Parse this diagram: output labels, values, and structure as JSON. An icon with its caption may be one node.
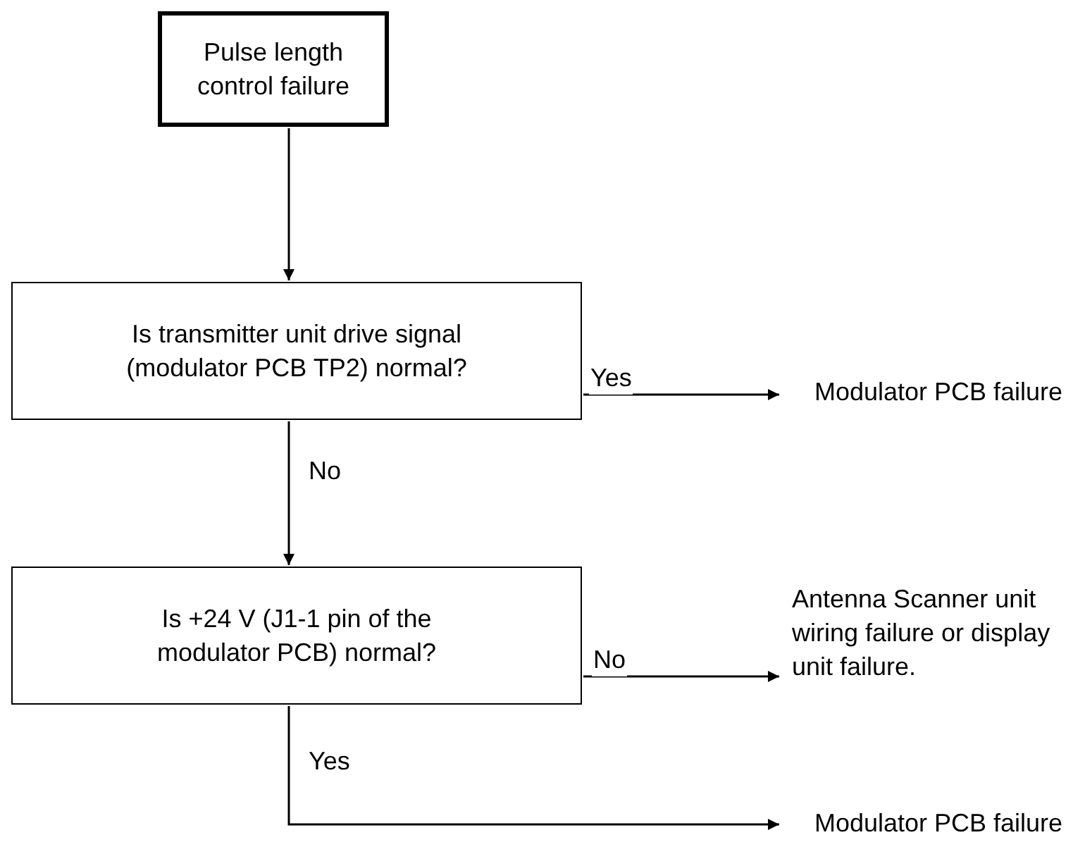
{
  "diagram": {
    "nodes": [
      {
        "text": [
          "Pulse length control failure"
        ]
      },
      {
        "text": [
          "Is transmitter unit drive signal (modulator PCB TP2) normal?"
        ]
      },
      {
        "text": [
          "Modulator PCB failure"
        ]
      },
      {
        "text": [
          "Is +24 V (J1-1 pin of the modulator PCB) normal?"
        ]
      },
      {
        "text": [
          "Antenna Scanner unit wiring failure or display unit failure."
        ]
      },
      {
        "text": [
          "Modulator PCB failure"
        ]
      }
    ],
    "edges": [
      {
        "from": 0,
        "to": 1,
        "arrow": "to"
      },
      {
        "from": 1,
        "to": 2,
        "arrow": "to",
        "label": "Yes"
      },
      {
        "from": 1,
        "to": 3,
        "arrow": "to",
        "label": "No"
      },
      {
        "from": 3,
        "to": 4,
        "arrow": "to",
        "label": "No"
      },
      {
        "from": 3,
        "to": 5,
        "arrow": "to",
        "label": "Yes"
      }
    ]
  }
}
